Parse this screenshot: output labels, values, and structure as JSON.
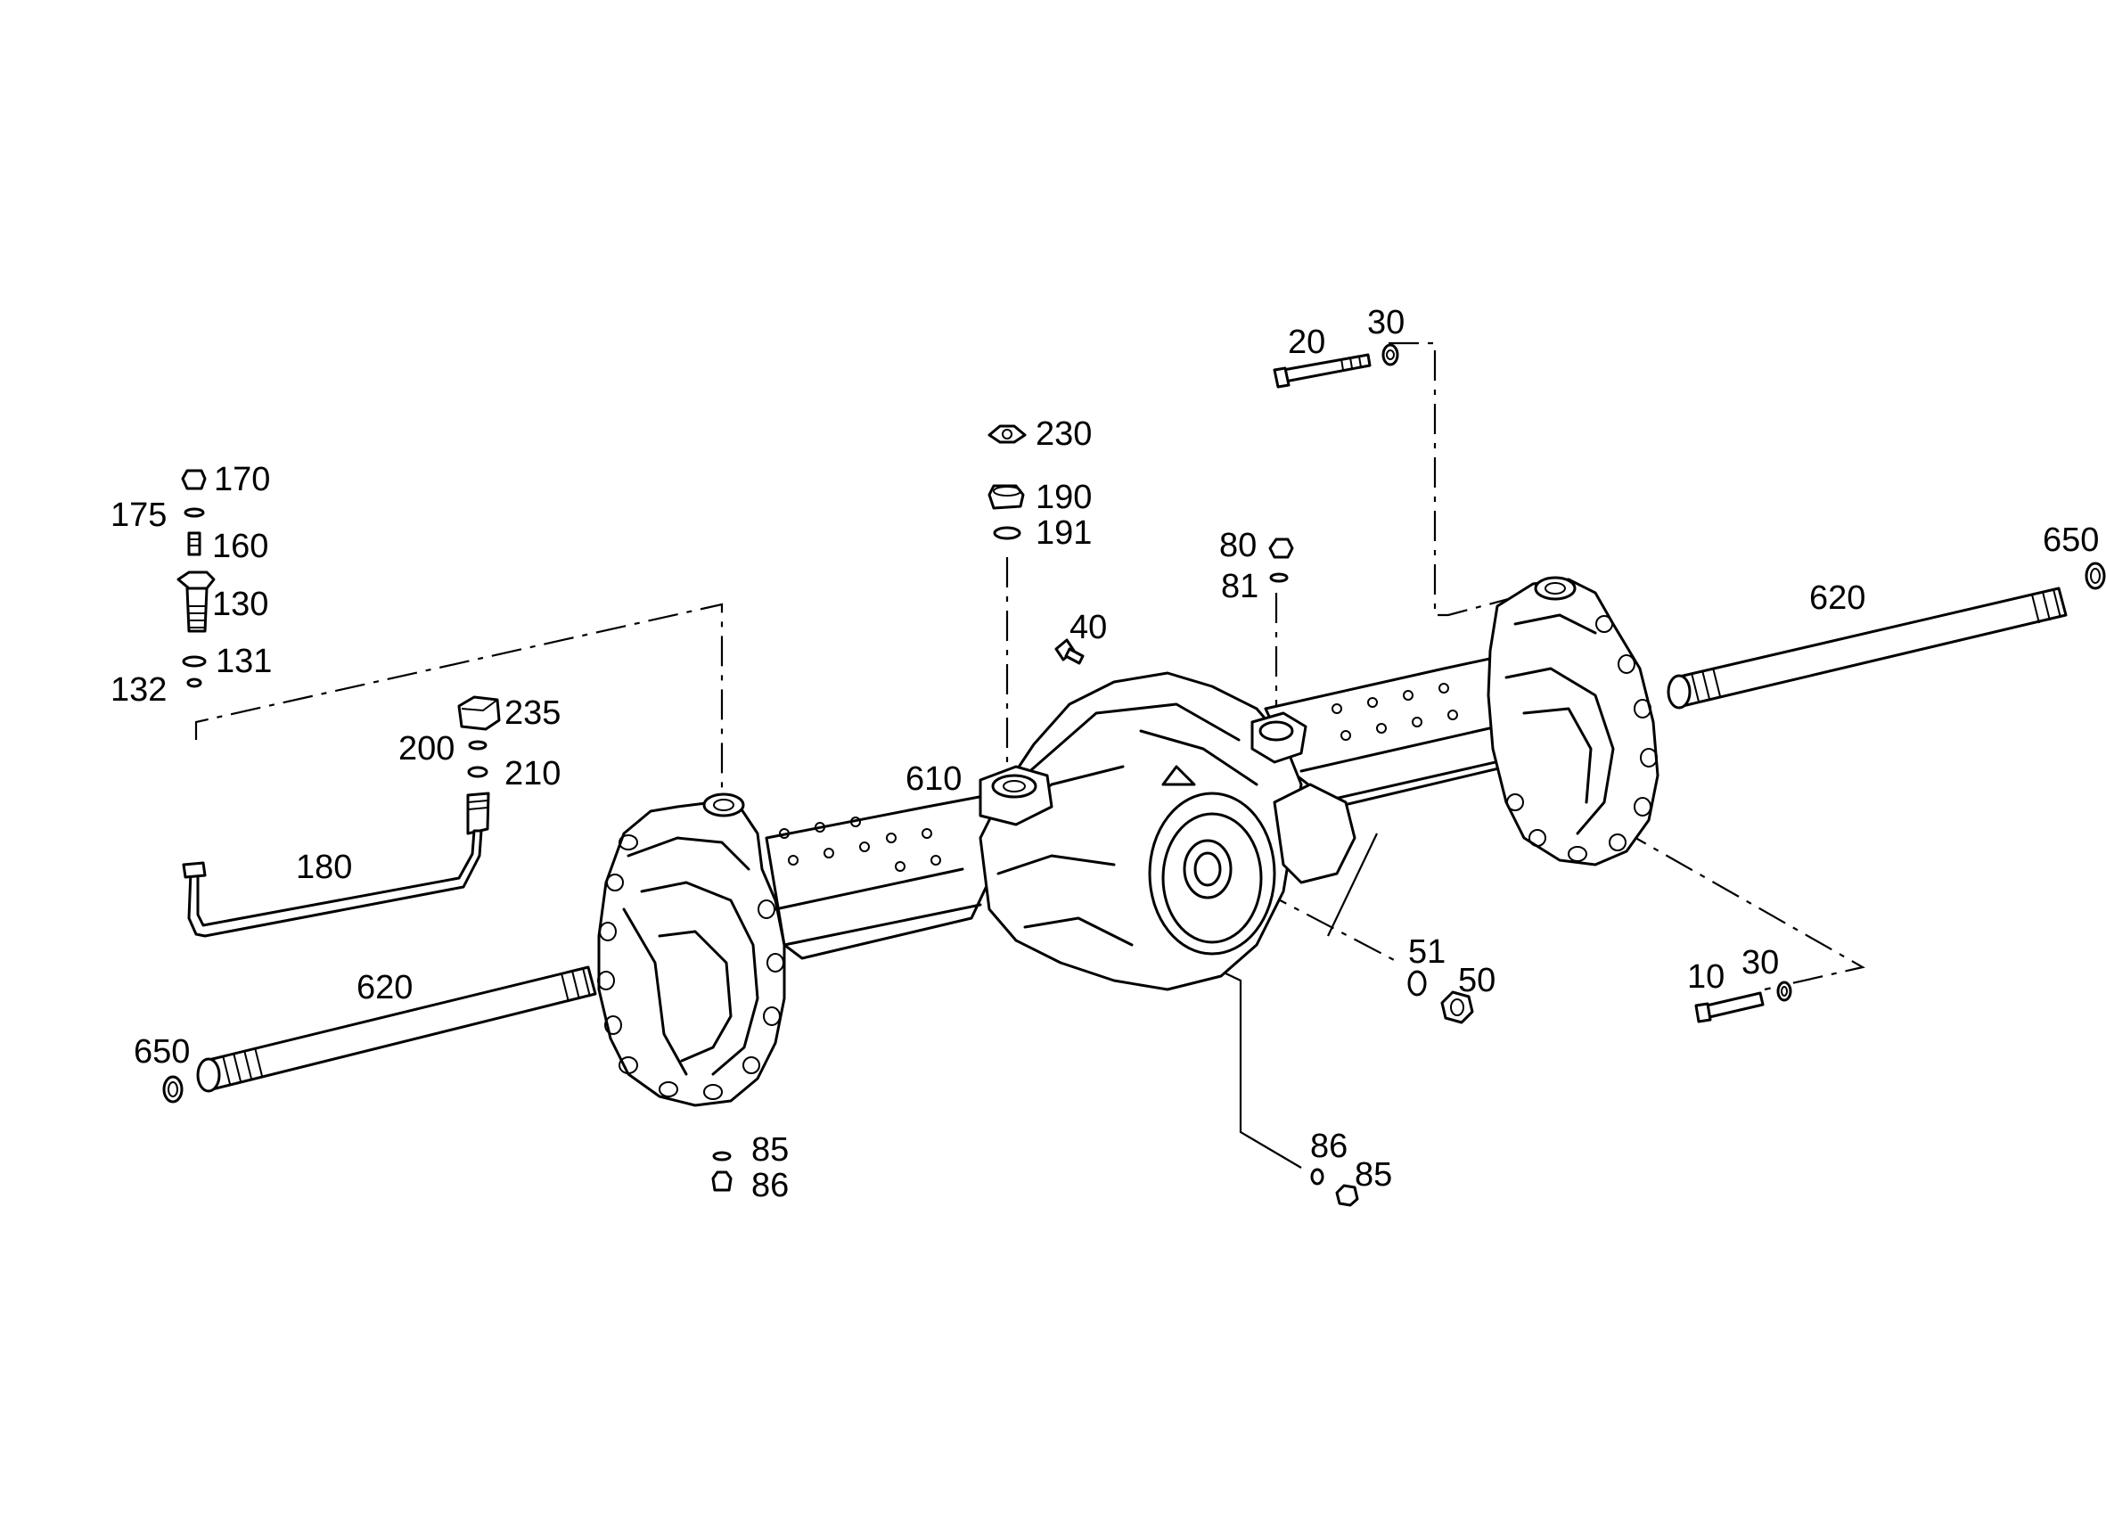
{
  "diagram": {
    "callouts": [
      {
        "id": "20",
        "text": "20"
      },
      {
        "id": "30_top",
        "text": "30"
      },
      {
        "id": "230",
        "text": "230"
      },
      {
        "id": "170",
        "text": "170"
      },
      {
        "id": "175",
        "text": "175"
      },
      {
        "id": "160",
        "text": "160"
      },
      {
        "id": "190",
        "text": "190"
      },
      {
        "id": "191",
        "text": "191"
      },
      {
        "id": "80",
        "text": "80"
      },
      {
        "id": "81",
        "text": "81"
      },
      {
        "id": "650_right",
        "text": "650"
      },
      {
        "id": "620_right",
        "text": "620"
      },
      {
        "id": "130",
        "text": "130"
      },
      {
        "id": "40",
        "text": "40"
      },
      {
        "id": "131",
        "text": "131"
      },
      {
        "id": "132",
        "text": "132"
      },
      {
        "id": "235",
        "text": "235"
      },
      {
        "id": "200",
        "text": "200"
      },
      {
        "id": "210",
        "text": "210"
      },
      {
        "id": "610",
        "text": "610"
      },
      {
        "id": "180",
        "text": "180"
      },
      {
        "id": "51",
        "text": "51"
      },
      {
        "id": "50",
        "text": "50"
      },
      {
        "id": "10",
        "text": "10"
      },
      {
        "id": "30_right",
        "text": "30"
      },
      {
        "id": "620_left",
        "text": "620"
      },
      {
        "id": "650_left",
        "text": "650"
      },
      {
        "id": "86_right",
        "text": "86"
      },
      {
        "id": "85_right",
        "text": "85"
      },
      {
        "id": "85_bottom",
        "text": "85"
      },
      {
        "id": "86_bottom",
        "text": "86"
      }
    ]
  }
}
